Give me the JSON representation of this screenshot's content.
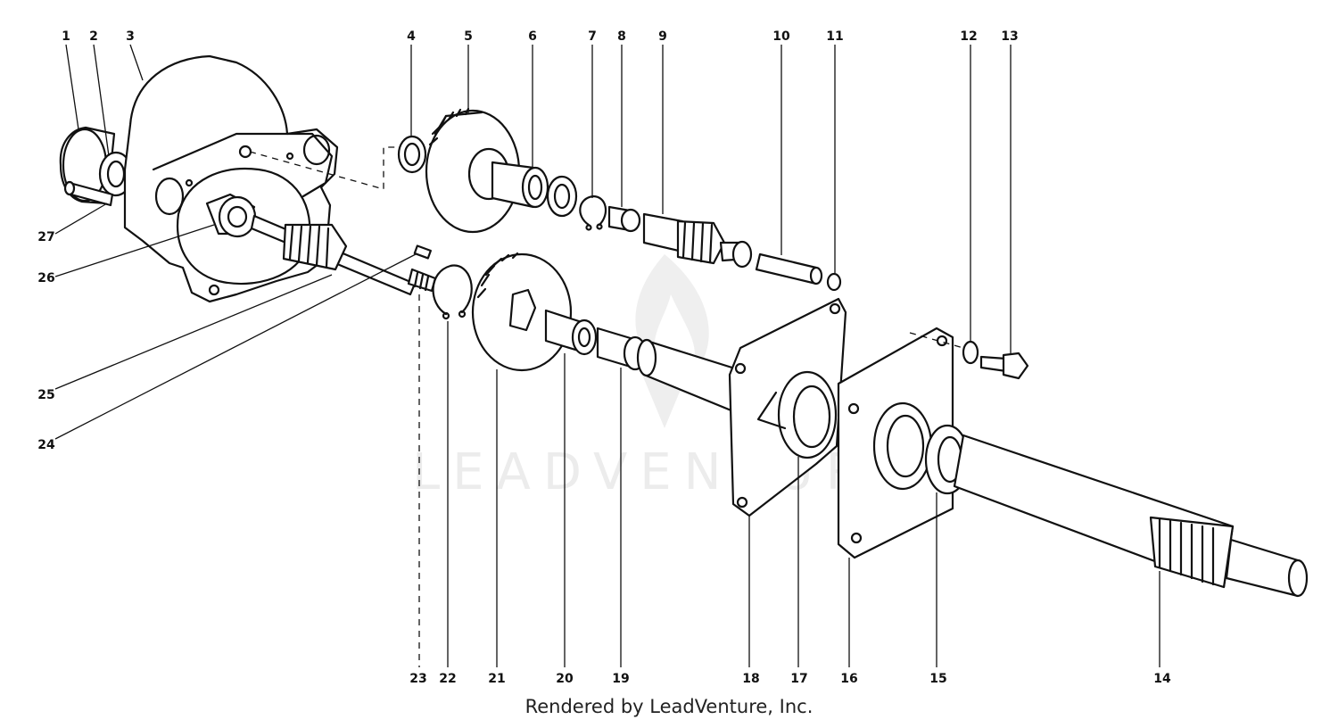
{
  "diagram": {
    "callouts": [
      "1",
      "2",
      "3",
      "4",
      "5",
      "6",
      "7",
      "8",
      "9",
      "10",
      "11",
      "12",
      "13",
      "14",
      "15",
      "16",
      "17",
      "18",
      "19",
      "20",
      "21",
      "22",
      "23",
      "24",
      "25",
      "26",
      "27"
    ],
    "watermark": "LEADVENTURE",
    "caption": "Rendered by LeadVenture, Inc."
  }
}
